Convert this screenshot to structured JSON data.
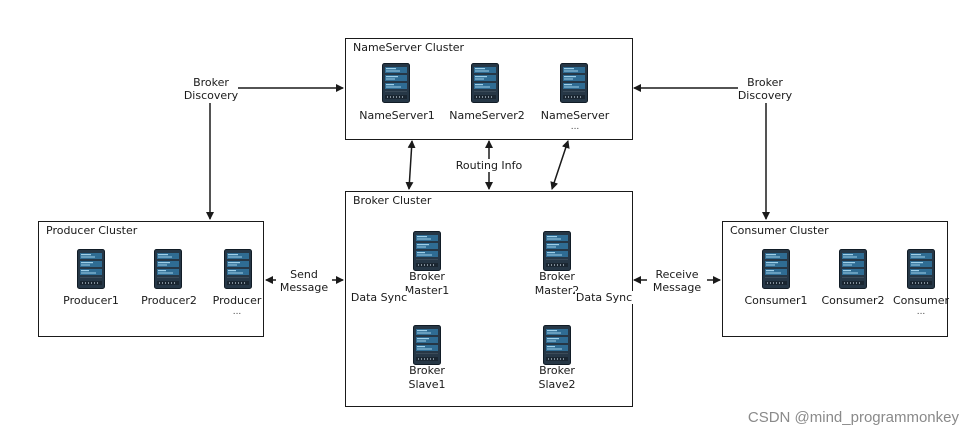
{
  "clusters": {
    "nameserver": {
      "title": "NameServer Cluster",
      "nodes": [
        "NameServer1",
        "NameServer2",
        "NameServer"
      ],
      "ellipsis": "..."
    },
    "broker": {
      "title": "Broker Cluster",
      "master1": [
        "Broker",
        "Master1"
      ],
      "master2": [
        "Broker",
        "Master2"
      ],
      "slave1": [
        "Broker",
        "Slave1"
      ],
      "slave2": [
        "Broker",
        "Slave2"
      ]
    },
    "producer": {
      "title": "Producer Cluster",
      "nodes": [
        "Producer1",
        "Producer2",
        "Producer"
      ],
      "ellipsis": "..."
    },
    "consumer": {
      "title": "Consumer Cluster",
      "nodes": [
        "Consumer1",
        "Consumer2",
        "Consumer"
      ],
      "ellipsis": "..."
    }
  },
  "edges": {
    "broker_discovery_left": [
      "Broker",
      "Discovery"
    ],
    "broker_discovery_right": [
      "Broker",
      "Discovery"
    ],
    "routing_info": "Routing Info",
    "send_message": [
      "Send",
      "Message"
    ],
    "receive_message": [
      "Receive",
      "Message"
    ],
    "data_sync_left": "Data Sync",
    "data_sync_right": "Data Sync"
  },
  "watermark": "CSDN @mind_programmonkey"
}
